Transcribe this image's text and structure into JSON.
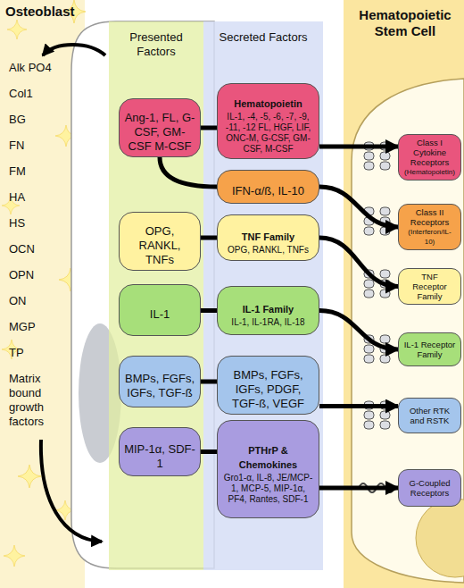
{
  "diagram": {
    "nodes": [
      {
        "text": [
          "Presented Factors"
        ]
      },
      {
        "text": [
          "Secreted Factors"
        ]
      },
      {
        "text": [
          "Ang-1, FL, G-CSF, GM-CSF M-CSF"
        ],
        "in": 0
      },
      {
        "text": [
          "Hematopoietin",
          "IL-1, -4, -5, -6, -7, -9, -11, -12 FL, HGF, LIF, ONC-M, G-CSF, GM-CSF, M-CSF"
        ],
        "in": 1
      },
      {
        "text": [
          "Class I Cytokine Receptors",
          "(Hematopoietin)"
        ]
      },
      {
        "text": [
          "IFN-α/ß, IL-10"
        ],
        "in": 1
      },
      {
        "text": [
          "Class II Receptors",
          "(Interferon/IL-10)"
        ]
      },
      {
        "text": [
          "OPG, RANKL, TNFs"
        ],
        "in": 0
      },
      {
        "text": [
          "TNF Family",
          "OPG, RANKL, TNFs"
        ],
        "in": 1
      },
      {
        "text": [
          "TNF Receptor Family"
        ]
      },
      {
        "text": [
          "IL-1"
        ],
        "in": 0
      },
      {
        "text": [
          "IL-1 Family",
          "IL-1, IL-1RA, IL-18"
        ],
        "in": 1
      },
      {
        "text": [
          "IL-1 Receptor Family"
        ]
      },
      {
        "text": [
          "BMPs, FGFs, IGFs, TGF-ß"
        ],
        "in": 0
      },
      {
        "text": [
          "BMPs, FGFs, IGFs, PDGF, TGF-ß, VEGF"
        ],
        "in": 1
      },
      {
        "text": [
          "Other RTK and RSTK"
        ]
      },
      {
        "text": [
          "MIP-1α, SDF-1"
        ],
        "in": 0
      },
      {
        "text": [
          "PTHrP & Chemokines",
          "Gro1-α, IL-8, JE/MCP-1, MCP-5, MIP-1α, PF4, Rantes, SDF-1"
        ],
        "in": 1
      },
      {
        "text": [
          "G-Coupled Receptors"
        ]
      }
    ],
    "edges": [
      {
        "from": 2,
        "to": 3,
        "arrow": "none"
      },
      {
        "from": 3,
        "to": 4,
        "arrow": "to"
      },
      {
        "from": 2,
        "to": 5,
        "arrow": "none"
      },
      {
        "from": 5,
        "to": 6,
        "arrow": "to"
      },
      {
        "from": 7,
        "to": 8,
        "arrow": "none"
      },
      {
        "from": 8,
        "to": 9,
        "arrow": "to"
      },
      {
        "from": 10,
        "to": 11,
        "arrow": "none"
      },
      {
        "from": 11,
        "to": 12,
        "arrow": "to"
      },
      {
        "from": 13,
        "to": 14,
        "arrow": "none"
      },
      {
        "from": 14,
        "to": 15,
        "arrow": "to"
      },
      {
        "from": 16,
        "to": 17,
        "arrow": "none"
      },
      {
        "from": 17,
        "to": 18,
        "arrow": "to"
      }
    ],
    "labels": [
      "Osteoblast",
      "Alk PO4",
      "Col1",
      "BG",
      "FN",
      "FM",
      "HA",
      "HS",
      "OCN",
      "OPN",
      "ON",
      "MGP",
      "TP",
      "Matrix bound growth factors",
      "Hematopoietic Stem Cell"
    ]
  }
}
